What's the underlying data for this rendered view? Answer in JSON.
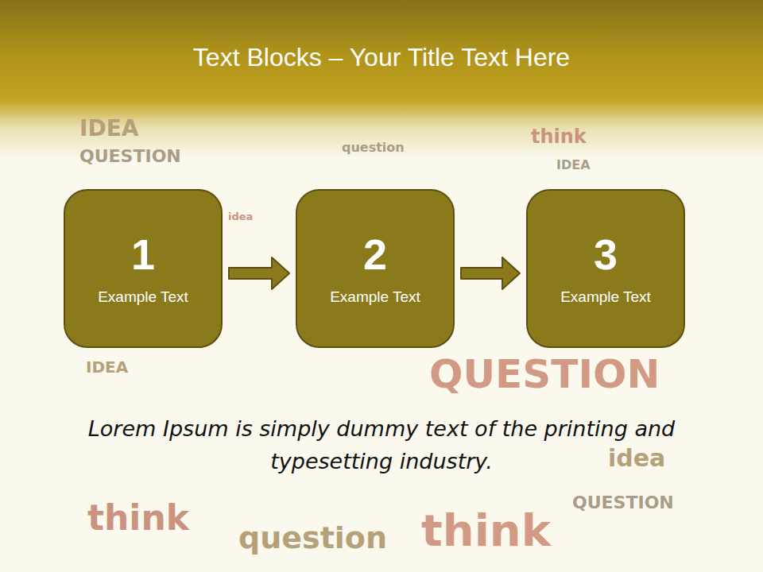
{
  "diagram": {
    "title": "Text Blocks – Your Title Text Here",
    "caption": "Lorem Ipsum is simply dummy text of the printing and typesetting industry.",
    "nodes": [
      {
        "text": [
          "1",
          "Example Text"
        ]
      },
      {
        "text": [
          "2",
          "Example Text"
        ]
      },
      {
        "text": [
          "3",
          "Example Text"
        ]
      }
    ],
    "edges": [
      {
        "from": 0,
        "to": 1,
        "arrow": "to"
      },
      {
        "from": 1,
        "to": 2,
        "arrow": "to"
      }
    ],
    "labels": [
      "IDEA",
      "QUESTION",
      "question",
      "think",
      "IDEA",
      "idea",
      "IDEA",
      "QUESTION",
      "idea",
      "QUESTION",
      "think",
      "question",
      "think"
    ]
  }
}
